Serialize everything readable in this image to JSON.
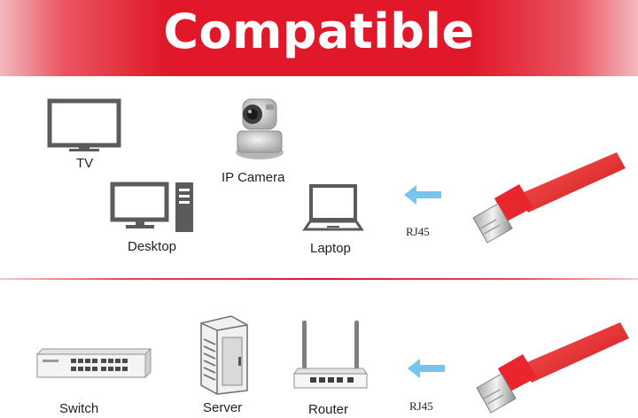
{
  "banner": {
    "title": "Compatible"
  },
  "top_section": {
    "devices": {
      "tv": "TV",
      "ip_camera": "IP Camera",
      "desktop": "Desktop",
      "laptop": "Laptop"
    },
    "connector_label": "RJ45"
  },
  "bottom_section": {
    "devices": {
      "switch": "Switch",
      "server": "Server",
      "router": "Router"
    },
    "connector_label": "RJ45"
  },
  "colors": {
    "brand_red": "#e0182a",
    "arrow_blue": "#79c4ec",
    "icon_gray": "#5b5b5b",
    "cable_red": "#e8262c"
  },
  "icons": [
    "tv-icon",
    "ip-camera-icon",
    "desktop-icon",
    "laptop-icon",
    "switch-icon",
    "server-icon",
    "router-icon",
    "ethernet-cable-icon",
    "arrow-left-icon"
  ]
}
